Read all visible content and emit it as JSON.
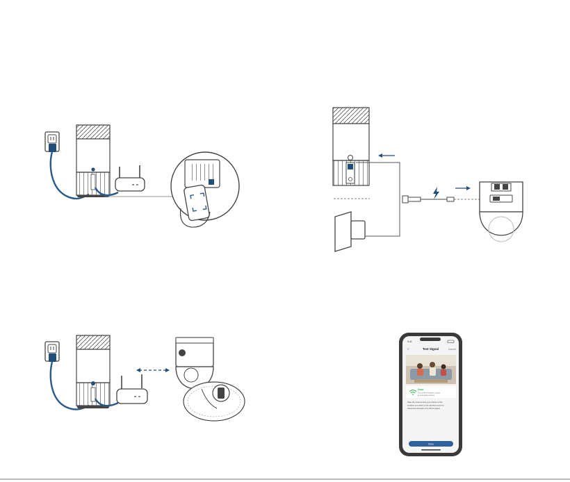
{
  "colors": {
    "line": "#4a4a4a",
    "blue": "#1f4e79",
    "cable": "#2b5a8a",
    "light": "#e9e9e9",
    "dash": "#5a5a5a",
    "wifi": "#39b54a",
    "button": "#2f5f9e"
  },
  "icons": [
    "wall-outlet-icon",
    "power-adapter-icon",
    "homebase-icon",
    "router-icon",
    "phone-icon",
    "hand-icon",
    "camera-icon",
    "usb-cable-icon",
    "charging-bolt-icon",
    "arrow-icon",
    "wifi-signal-icon"
  ],
  "phone": {
    "status_time": "9:41",
    "back_label": "<",
    "title": "Test Signal",
    "cancel_label": "Cancel",
    "signal_label": "Good",
    "signal_desc_1": "The current location is good",
    "signal_desc_2": "to mount the camera.",
    "body_1": "Take the camera and your phone to the",
    "body_2": "location you want to the camera mount to",
    "body_3": "check the strength of its Wi-Fi signal.",
    "done_label": "Done"
  }
}
